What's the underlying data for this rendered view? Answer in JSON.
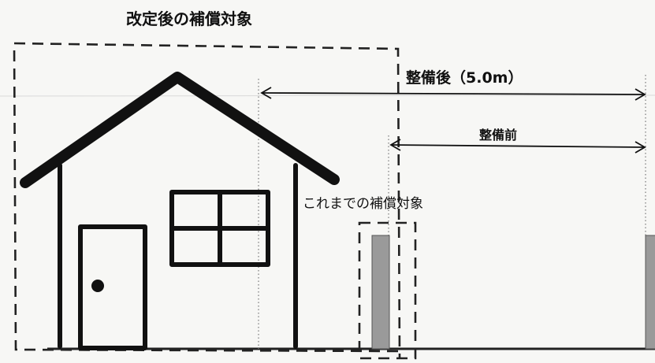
{
  "labels": {
    "revised_target": "改定後の補償対象",
    "after_improvement": "整備後（5.0m）",
    "before_improvement": "整備前",
    "previous_target": "これまでの補償対象"
  }
}
